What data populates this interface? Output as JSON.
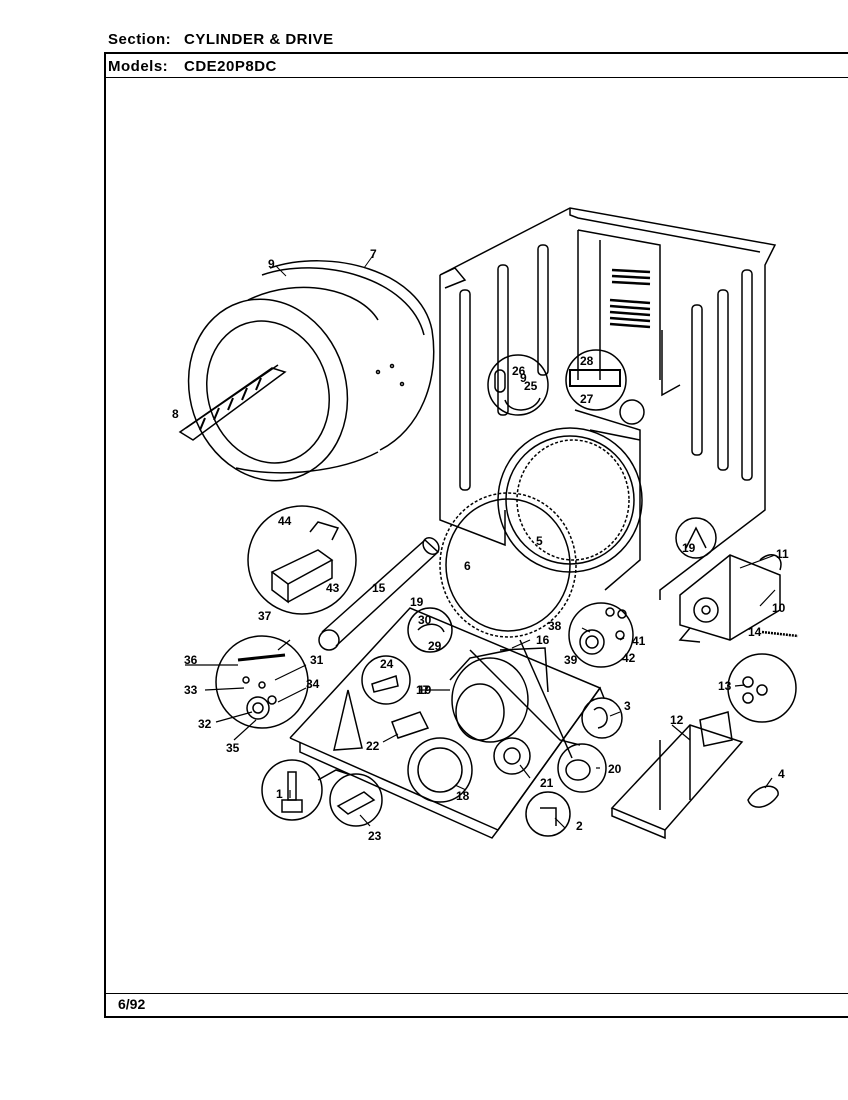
{
  "header": {
    "section_label": "Section:",
    "section_value": "CYLINDER & DRIVE",
    "models_label": "Models:",
    "models_value": "CDE20P8DC"
  },
  "footer": {
    "date": "6/92"
  },
  "callouts": [
    "1",
    "2",
    "3",
    "4",
    "5",
    "6",
    "7",
    "8",
    "9",
    "10",
    "11",
    "12",
    "13",
    "14",
    "15",
    "16",
    "17",
    "18",
    "19",
    "20",
    "21",
    "22",
    "23",
    "24",
    "25",
    "26",
    "27",
    "28",
    "29",
    "30",
    "31",
    "32",
    "33",
    "34",
    "35",
    "36",
    "37",
    "38",
    "39",
    "41",
    "42",
    "43",
    "44",
    "19",
    "19",
    "9"
  ]
}
